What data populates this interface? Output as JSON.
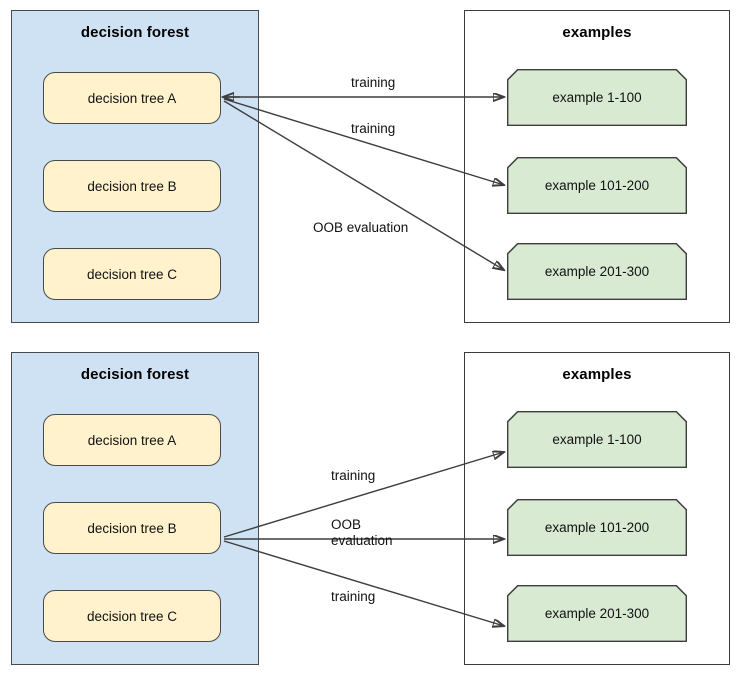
{
  "colors": {
    "forest_fill": "#cfe2f3",
    "tree_fill": "#fff2cc",
    "example_fill": "#d9ead3",
    "stroke": "#3d3d3d",
    "background": "#ffffff"
  },
  "panels": [
    {
      "id": "panel-top",
      "forest": {
        "title": "decision forest",
        "trees": [
          {
            "label": "decision tree A",
            "highlighted": true
          },
          {
            "label": "decision tree B",
            "highlighted": false
          },
          {
            "label": "decision tree C",
            "highlighted": false
          }
        ]
      },
      "examples": {
        "title": "examples",
        "items": [
          {
            "label": "example 1-100"
          },
          {
            "label": "example 101-200"
          },
          {
            "label": "example 201-300"
          }
        ]
      },
      "edges": [
        {
          "from": "decision tree A",
          "to": "example 1-100",
          "label": "training",
          "label_lines": [
            "training"
          ]
        },
        {
          "from": "decision tree A",
          "to": "example 101-200",
          "label": "training",
          "label_lines": [
            "training"
          ]
        },
        {
          "from": "decision tree A",
          "to": "example 201-300",
          "label": "OOB evaluation",
          "label_lines": [
            "OOB evaluation"
          ]
        }
      ]
    },
    {
      "id": "panel-bot",
      "forest": {
        "title": "decision forest",
        "trees": [
          {
            "label": "decision tree A",
            "highlighted": false
          },
          {
            "label": "decision tree B",
            "highlighted": true
          },
          {
            "label": "decision tree C",
            "highlighted": false
          }
        ]
      },
      "examples": {
        "title": "examples",
        "items": [
          {
            "label": "example 1-100"
          },
          {
            "label": "example 101-200"
          },
          {
            "label": "example 201-300"
          }
        ]
      },
      "edges": [
        {
          "from": "decision tree B",
          "to": "example 1-100",
          "label": "training",
          "label_lines": [
            "training"
          ]
        },
        {
          "from": "decision tree B",
          "to": "example 101-200",
          "label": "OOB evaluation",
          "label_lines": [
            "OOB",
            "evaluation"
          ]
        },
        {
          "from": "decision tree B",
          "to": "example 201-300",
          "label": "training",
          "label_lines": [
            "training"
          ]
        }
      ]
    }
  ]
}
